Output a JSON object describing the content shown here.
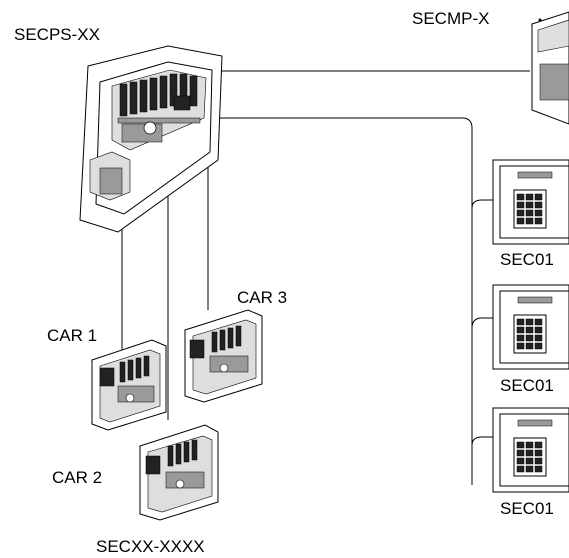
{
  "labels": {
    "main_panel": "SECPS-XX",
    "master_panel": "SECMP-X",
    "car1": "CAR 1",
    "car2": "CAR 2",
    "car3": "CAR 3",
    "car_model": "SECXX-XXXX",
    "keypad1": "SEC01",
    "keypad2": "SEC01",
    "keypad3": "SEC01"
  }
}
